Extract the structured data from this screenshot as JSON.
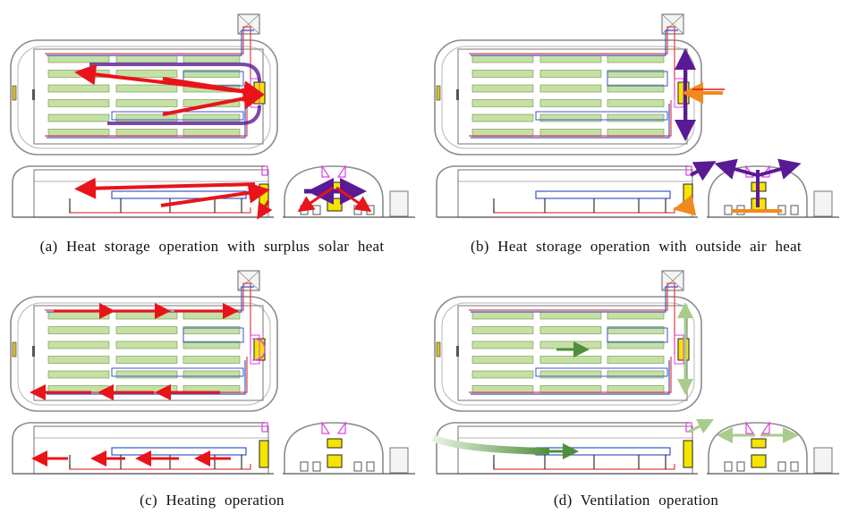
{
  "figure": {
    "panels": [
      {
        "id": "a",
        "caption": "(a) Heat storage operation with surplus solar heat",
        "mode": "heat-storage-solar"
      },
      {
        "id": "b",
        "caption": "(b) Heat storage operation with outside air heat",
        "mode": "heat-storage-outside-air"
      },
      {
        "id": "c",
        "caption": "(c) Heating operation",
        "mode": "heating"
      },
      {
        "id": "d",
        "caption": "(d) Ventilation operation",
        "mode": "ventilation"
      }
    ],
    "colors": {
      "outline": "#8c8c8c",
      "bed_fill": "#c5e0a5",
      "bed_stroke": "#6f8f4a",
      "pipe_red": "#e04040",
      "pipe_blue": "#3b56c8",
      "arrow_red": "#e8141a",
      "arrow_purple": "#5a1a96",
      "arrow_orange": "#f08a1e",
      "arrow_green": "#4f8f3a",
      "arrow_green_light": "#a9cc8c",
      "unit_yellow": "#f5e400",
      "magenta": "#e040e0"
    },
    "icons": [
      "heat-pump-unit-icon",
      "exhaust-fan-icon",
      "greenhouse-section-icon"
    ]
  }
}
